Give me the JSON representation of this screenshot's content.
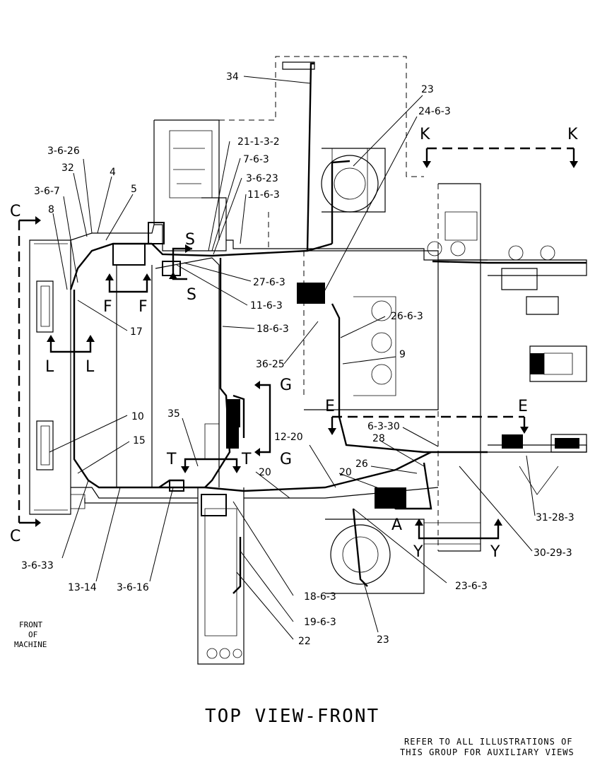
{
  "diagram": {
    "title": "TOP VIEW-FRONT",
    "note_line1": "REFER TO ALL ILLUSTRATIONS OF",
    "note_line2": "THIS GROUP FOR AUXILIARY VIEWS",
    "front_label": [
      "FRONT",
      "OF",
      "MACHINE"
    ],
    "view_markers": {
      "C": "C",
      "F": "F",
      "L": "L",
      "S": "S",
      "G": "G",
      "T": "T",
      "E": "E",
      "K": "K",
      "A": "A",
      "Y": "Y"
    },
    "callouts": {
      "c34": "34",
      "c23_top": "23",
      "c24_6_3": "24-6-3",
      "c3_6_26": "3-6-26",
      "c32": "32",
      "c4": "4",
      "c5": "5",
      "c3_6_7": "3-6-7",
      "c8": "8",
      "c21_1_3_2": "21-1-3-2",
      "c7_6_3": "7-6-3",
      "c3_6_23": "3-6-23",
      "c11_6_3_top": "11-6-3",
      "c27_6_3": "27-6-3",
      "c11_6_3": "11-6-3",
      "c17": "17",
      "c18_6_3_mid": "18-6-3",
      "c26_6_3": "26-6-3",
      "c9": "9",
      "c36_25": "36-25",
      "c10": "10",
      "c15": "15",
      "c35": "35",
      "c12_20": "12-20",
      "c6_3_30": "6-3-30",
      "c28": "28",
      "c26": "26",
      "c20_a": "20",
      "c20_b": "20",
      "c31_28_3": "31-28-3",
      "c30_29_3": "30-29-3",
      "c23_6_3": "23-6-3",
      "c3_6_33": "3-6-33",
      "c13_14": "13-14",
      "c3_6_16": "3-6-16",
      "c18_6_3_low": "18-6-3",
      "c19_6_3": "19-6-3",
      "c22": "22",
      "c23_bottom": "23"
    }
  }
}
